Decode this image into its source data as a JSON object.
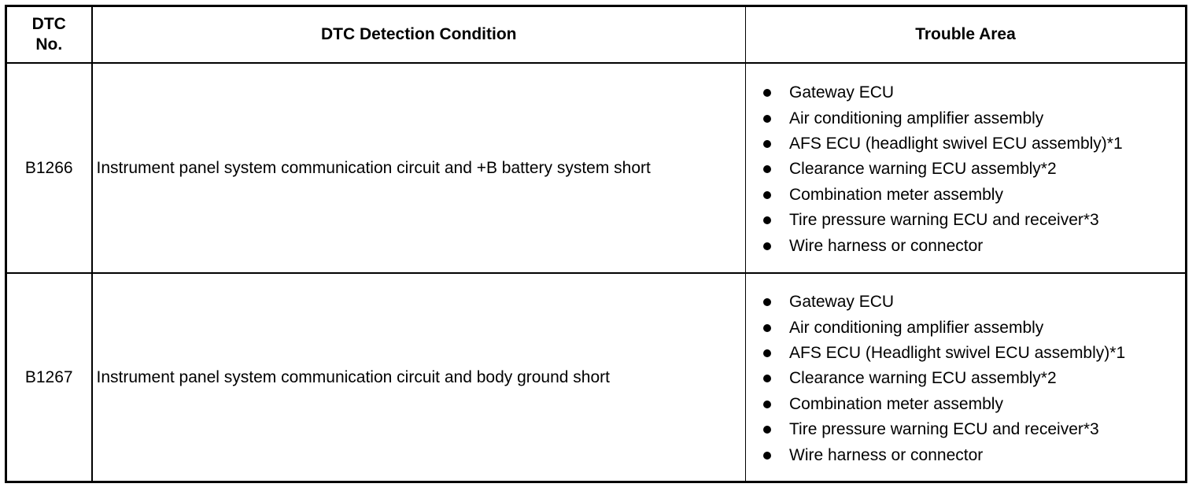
{
  "table": {
    "headers": {
      "no_line1": "DTC",
      "no_line2": "No.",
      "condition": "DTC Detection Condition",
      "area": "Trouble Area"
    },
    "rows": [
      {
        "code": "B1266",
        "condition": "Instrument panel system communication circuit and +B battery system short",
        "areas": [
          "Gateway ECU",
          "Air conditioning amplifier assembly",
          "AFS ECU (headlight swivel ECU assembly)*1",
          "Clearance warning ECU assembly*2",
          "Combination meter assembly",
          "Tire pressure warning ECU and receiver*3",
          "Wire harness or connector"
        ]
      },
      {
        "code": "B1267",
        "condition": "Instrument panel system communication circuit and body ground short",
        "areas": [
          "Gateway ECU",
          "Air conditioning amplifier assembly",
          "AFS ECU (Headlight swivel ECU assembly)*1",
          "Clearance warning ECU assembly*2",
          "Combination meter assembly",
          "Tire pressure warning ECU and receiver*3",
          "Wire harness or connector"
        ]
      }
    ]
  }
}
